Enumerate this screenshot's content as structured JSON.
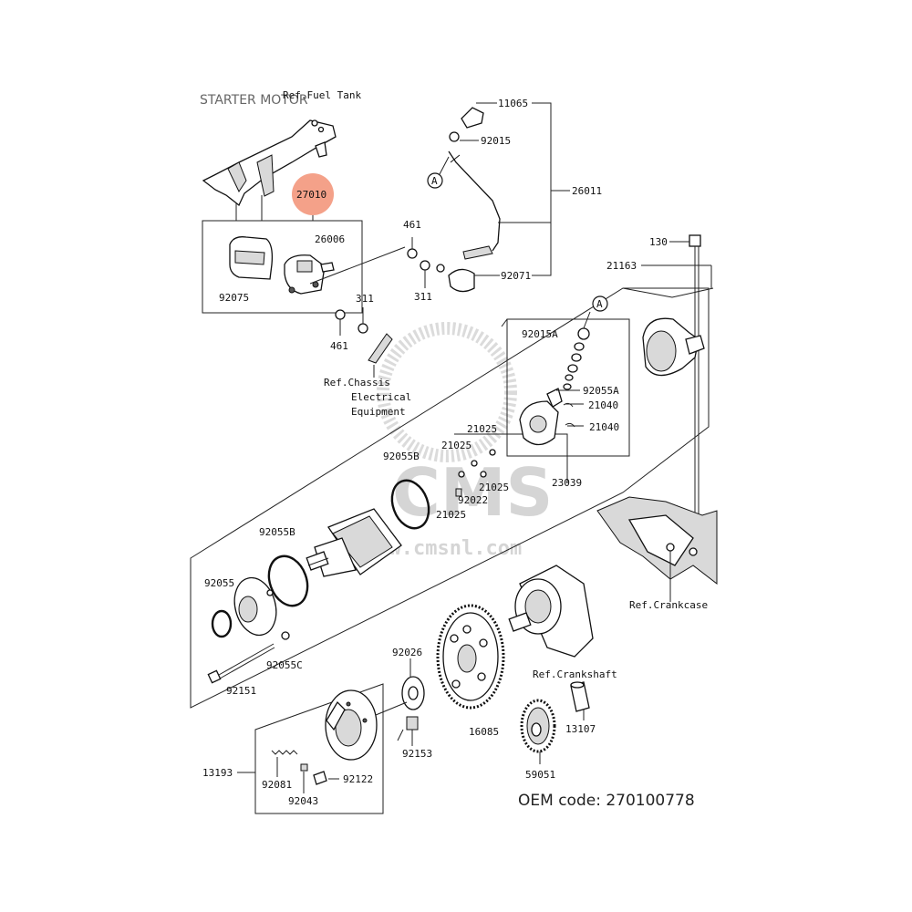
{
  "title": "STARTER MOTOR",
  "oem_code_text": "OEM code: 270100778",
  "highlight": {
    "part": "27010",
    "color": "#f4a189"
  },
  "refs": {
    "fuel_tank": "Ref.Fuel Tank",
    "chassis_1": "Ref.Chassis",
    "chassis_2": "Electrical",
    "chassis_3": "Equipment",
    "crankcase": "Ref.Crankcase",
    "crankshaft": "Ref.Crankshaft"
  },
  "callouts": {
    "p27010": "27010",
    "p26006": "26006",
    "p92075": "92075",
    "p461a": "461",
    "p461b": "461",
    "p311a": "311",
    "p311b": "311",
    "p11065": "11065",
    "p92015": "92015",
    "p26011": "26011",
    "p92071": "92071",
    "p130": "130",
    "p21163": "21163",
    "p92015a": "92015A",
    "p92055a": "92055A",
    "p21040a": "21040",
    "p21040b": "21040",
    "p21025a": "21025",
    "p21025b": "21025",
    "p21025c": "21025",
    "p21025d": "21025",
    "p92022": "92022",
    "p92055b_1": "92055B",
    "p92055b_2": "92055B",
    "p92055": "92055",
    "p92055c": "92055C",
    "p23039": "23039",
    "p92151": "92151",
    "p92026": "92026",
    "p16085": "16085",
    "p59051": "59051",
    "p13107": "13107",
    "p92153": "92153",
    "p13193": "13193",
    "p92081": "92081",
    "p92122": "92122",
    "p92043": "92043"
  },
  "markers": {
    "a1": "A",
    "a2": "A"
  },
  "watermark": {
    "big": "CMS",
    "url": "www.cmsnl.com"
  }
}
